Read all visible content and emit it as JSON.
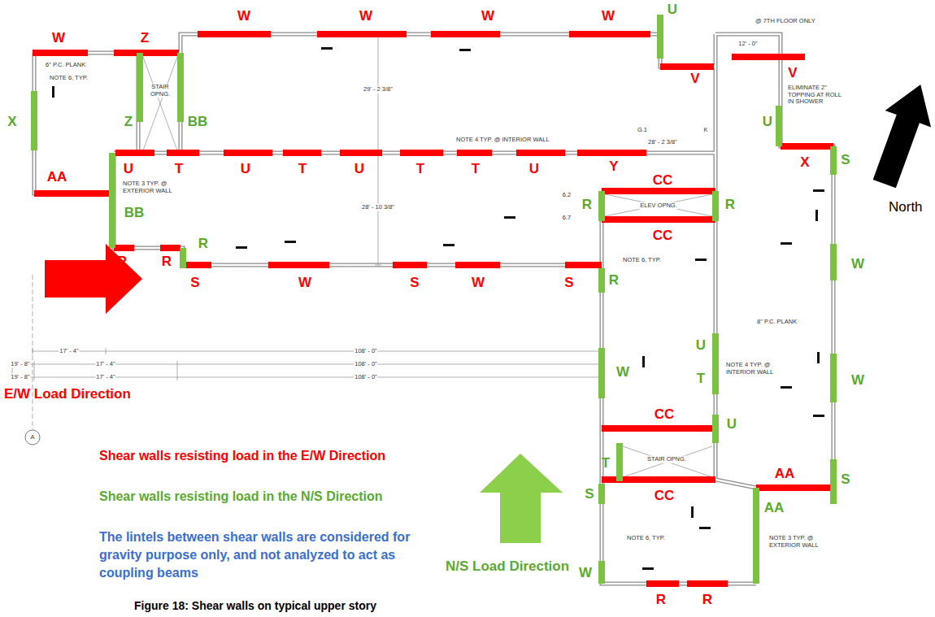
{
  "diagram": {
    "caption": "Figure 18: Shear walls on typical upper story",
    "labels": [
      "W",
      "Z",
      "W",
      "W",
      "W",
      "W",
      "U",
      "V",
      "V",
      "X",
      "Z",
      "BB",
      "U",
      "Y",
      "X",
      "S",
      "U",
      "T",
      "U",
      "T",
      "U",
      "T",
      "T",
      "U",
      "AA",
      "CC",
      "R",
      "R",
      "BB",
      "CC",
      "R",
      "R",
      "R",
      "W",
      "S",
      "W",
      "S",
      "W",
      "S",
      "R",
      "U",
      "W",
      "T",
      "W",
      "CC",
      "U",
      "T",
      "AA",
      "S",
      "S",
      "CC",
      "AA",
      "W",
      "R",
      "R",
      "6\" P.C. PLANK",
      "NOTE 6, TYP.",
      "STAIR OPNG.",
      "@ 7TH FLOOR ONLY",
      "12' - 0\"",
      "ELIMINATE 2\" TOPPING AT ROLL IN SHOWER",
      "G.1",
      "K",
      "28' - 2 3/8\"",
      "NOTE 4 TYP. @ INTERIOR WALL",
      "29' - 2 3/8\"",
      "28' - 10 3/8\"",
      "NOTE 3 TYP. @ EXTERIOR WALL",
      "6.2",
      "6.7",
      "ELEV OPNG.",
      "NOTE 6, TYP.",
      "8\" P.C. PLANK",
      "NOTE 4 TYP. @ INTERIOR WALL",
      "STAIR OPNG.",
      "NOTE 6, TYP.",
      "NOTE 3 TYP. @ EXTERIOR WALL",
      "17' - 4\"",
      "108' - 0\"",
      "19' - 8\"",
      "17' - 4\"",
      "108' - 0\"",
      "19' - 8\"",
      "17' - 4\"",
      "108' - 0\"",
      "A",
      "E/W Load Direction",
      "Shear walls resisting load in the E/W Direction",
      "Shear walls resisting load in the N/S Direction",
      "The lintels between shear walls are considered for gravity purpose only, and not analyzed to act as coupling beams",
      "N/S Load Direction",
      "North"
    ]
  }
}
